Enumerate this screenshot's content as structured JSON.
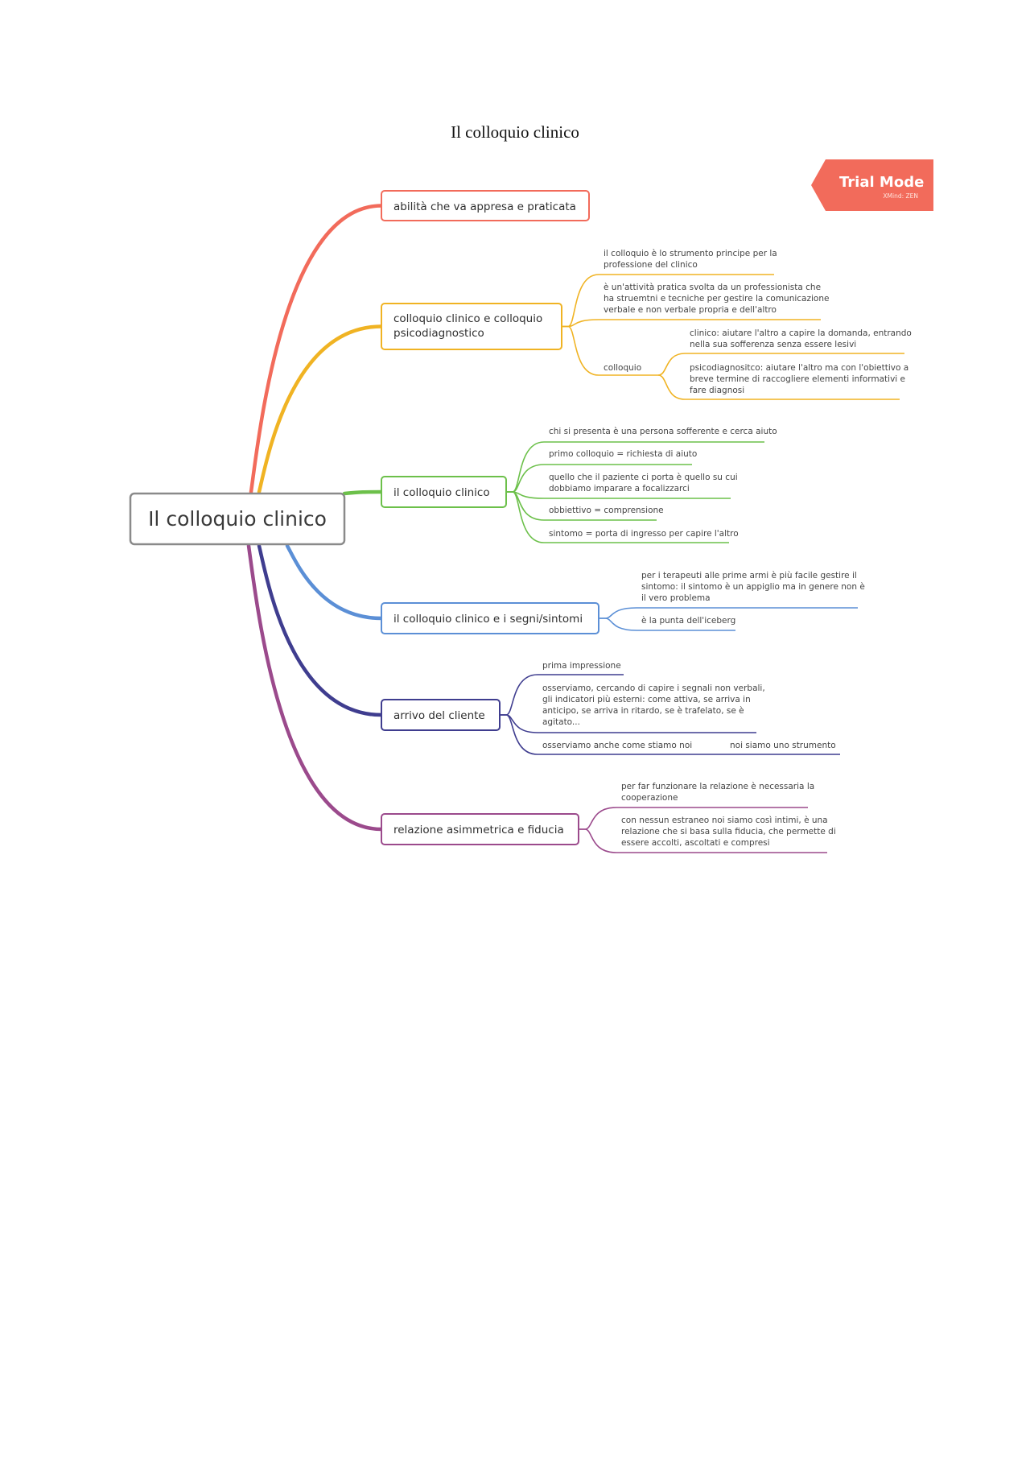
{
  "page_title": "Il colloquio clinico",
  "watermark": {
    "title": "Trial Mode",
    "subtitle": "XMind: ZEN",
    "color": "#f26b5b"
  },
  "root": {
    "label": "Il colloquio clinico",
    "border_color": "#8a8a8a"
  },
  "branches": [
    {
      "id": "abilita",
      "color": "#f26b5b",
      "lines": [
        "abilità che va appresa e praticata"
      ],
      "children": []
    },
    {
      "id": "psicodiagnostico",
      "color": "#f0b323",
      "lines": [
        "colloquio clinico e colloquio",
        "psicodiagnostico"
      ],
      "children": [
        {
          "lines": [
            "il colloquio è lo strumento principe per la",
            "professione del clinico"
          ]
        },
        {
          "lines": [
            "è un'attività pratica svolta da un professionista che",
            "ha struemtni e tecniche per gestire la comunicazione",
            "verbale e non verbale propria e dell'altro"
          ]
        },
        {
          "lines": [
            "colloquio"
          ],
          "children": [
            {
              "lines": [
                "clinico: aiutare l'altro a capire la domanda, entrando",
                "nella sua sofferenza senza essere lesivi"
              ]
            },
            {
              "lines": [
                "psicodiagnositco: aiutare l'altro ma con l'obiettivo a",
                "breve termine di raccogliere elementi informativi e",
                "fare diagnosi"
              ]
            }
          ]
        }
      ]
    },
    {
      "id": "colloquio-clinico",
      "color": "#6cc04a",
      "lines": [
        "il colloquio clinico"
      ],
      "children": [
        {
          "lines": [
            "chi si presenta è una persona sofferente e cerca aiuto"
          ]
        },
        {
          "lines": [
            "primo colloquio = richiesta di aiuto"
          ]
        },
        {
          "lines": [
            "quello che il paziente ci porta è quello su cui",
            "dobbiamo imparare a focalizzarci"
          ]
        },
        {
          "lines": [
            "obbiettivo = comprensione"
          ]
        },
        {
          "lines": [
            "sintomo = porta di ingresso per capire l'altro"
          ]
        }
      ]
    },
    {
      "id": "segni-sintomi",
      "color": "#5b8fd6",
      "lines": [
        "il colloquio clinico e i segni/sintomi"
      ],
      "children": [
        {
          "lines": [
            "per i terapeuti alle prime armi è più facile gestire il",
            "sintomo: il sintomo è un appiglio ma in genere non è",
            "il vero problema"
          ]
        },
        {
          "lines": [
            "è la punta dell'iceberg"
          ]
        }
      ]
    },
    {
      "id": "arrivo-cliente",
      "color": "#3f3d8f",
      "lines": [
        "arrivo del cliente"
      ],
      "children": [
        {
          "lines": [
            "prima impressione"
          ]
        },
        {
          "lines": [
            "osserviamo, cercando di capire i segnali non verbali,",
            "gli indicatori più esterni: come attiva, se arriva in",
            "anticipo, se arriva in ritardo, se è trafelato, se è",
            "agitato..."
          ]
        },
        {
          "lines": [
            "osserviamo anche come stiamo noi"
          ],
          "children": [
            {
              "lines": [
                "noi siamo uno strumento"
              ]
            }
          ]
        }
      ]
    },
    {
      "id": "relazione",
      "color": "#9b4a8c",
      "lines": [
        "relazione asimmetrica e fiducia"
      ],
      "children": [
        {
          "lines": [
            "per far funzionare la relazione è necessaria la",
            "cooperazione"
          ]
        },
        {
          "lines": [
            "con nessun estraneo noi siamo così intimi, è una",
            "relazione che si basa sulla fiducia, che permette di",
            "essere accolti, ascoltati e compresi"
          ]
        }
      ]
    }
  ]
}
